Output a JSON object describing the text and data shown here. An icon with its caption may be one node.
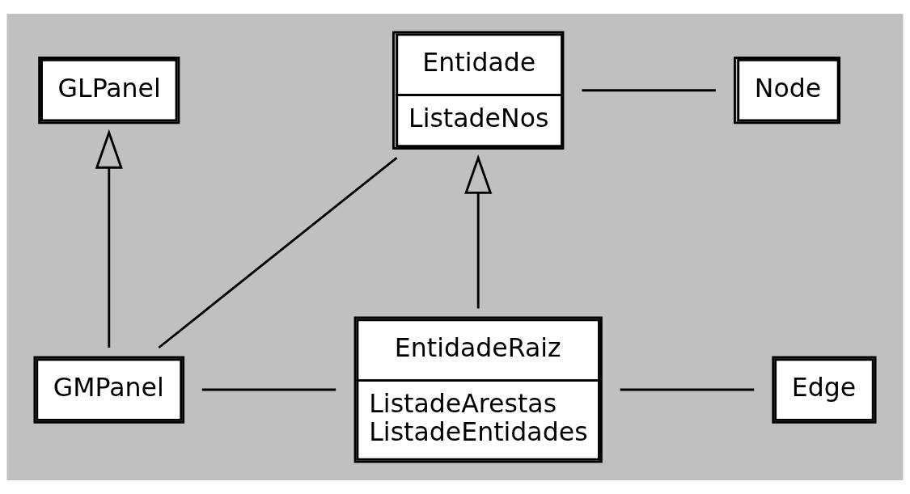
{
  "diagram": {
    "nodes": [
      {
        "text": [
          "GLPanel"
        ]
      },
      {
        "text": [
          "Entidade",
          "ListadeNos"
        ]
      },
      {
        "text": [
          "Node"
        ]
      },
      {
        "text": [
          "GMPanel"
        ]
      },
      {
        "text": [
          "EntidadeRaiz",
          "ListadeArestas",
          "ListadeEntidades"
        ]
      },
      {
        "text": [
          "Edge"
        ]
      }
    ],
    "edges": [
      {
        "from": 3,
        "to": 0,
        "arrow": "to"
      },
      {
        "from": 1,
        "to": 2,
        "arrow": "none"
      },
      {
        "from": 3,
        "to": 1,
        "arrow": "none"
      },
      {
        "from": 4,
        "to": 1,
        "arrow": "to"
      },
      {
        "from": 3,
        "to": 4,
        "arrow": "none"
      },
      {
        "from": 4,
        "to": 5,
        "arrow": "none"
      }
    ]
  }
}
